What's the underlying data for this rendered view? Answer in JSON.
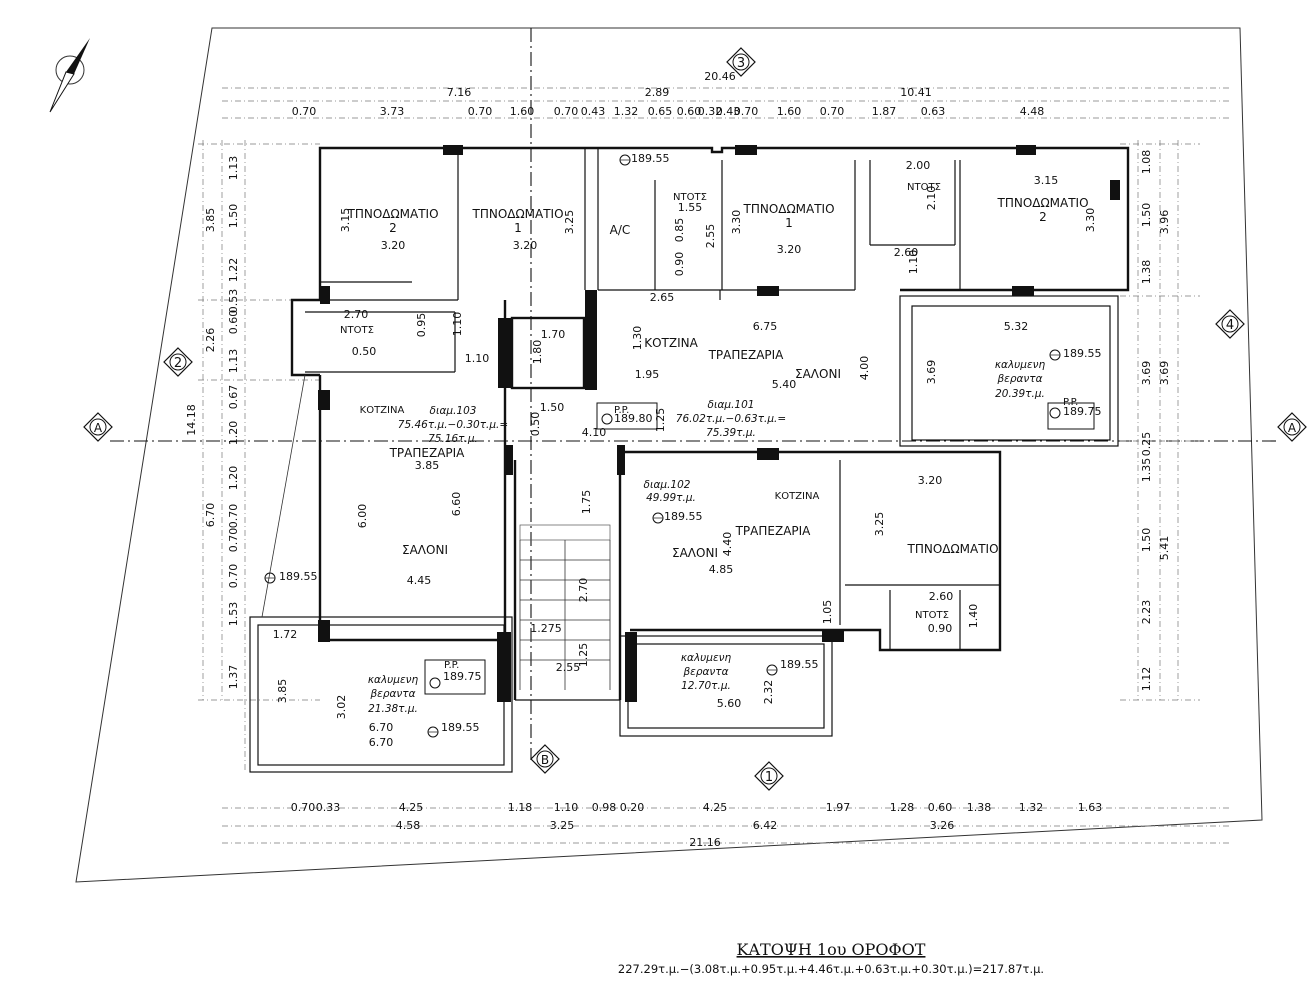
{
  "drawing": {
    "title": "ΚΑΤΟΨΗ 1ου ΟΡΟΦΟΤ",
    "area_formula": "227.29τ.μ.−(3.08τ.μ.+0.95τ.μ.+4.46τ.μ.+0.63τ.μ.+0.30τ.μ.)=217.87τ.μ."
  },
  "grid_markers": {
    "axis_3": "3",
    "axis_2": "2",
    "axis_4": "4",
    "axis_1": "1",
    "axis_a_left": "A",
    "axis_a_right": "A",
    "axis_b": "B"
  },
  "rooms": {
    "bedroom_2_west": "ΤΠΝΟΔΩΜΑΤΙΟ\n2",
    "bedroom_1_west": "ΤΠΝΟΔΩΜΑΤΙΟ\n1",
    "ac": "A/C",
    "shower_north": "ΝΤΟΤΣ",
    "bedroom_1_east": "ΤΠΝΟΔΩΜΑΤΙΟ\n1",
    "shower_ne": "ΝΤΟΤΣ",
    "bedroom_2_east": "ΤΠΝΟΔΩΜΑΤΙΟ\n2",
    "shower_west": "ΝΤΟΤΣ",
    "kitchen_north": "ΚΟΤΖΙΝΑ",
    "dining_north": "ΤΡΑΠΕΖΑΡΙΑ",
    "living_north": "ΣΑΛΟΝΙ",
    "veranda_east": "καλυμενη\nβεραντα",
    "veranda_east_area": "20.39τ.μ.",
    "kitchen_west": "ΚΟΤΖΙΝΑ",
    "dining_west": "ΤΡΑΠΕΖΑΡΙΑ",
    "living_west": "ΣΑΛΟΝΙ",
    "veranda_west": "καλυμενη\nβεραντα",
    "veranda_west_area": "21.38τ.μ.",
    "kitchen_south": "ΚΟΤΖΙΝΑ",
    "dining_south": "ΤΡΑΠΕΖΑΡΙΑ",
    "living_south": "ΣΑΛΟΝΙ",
    "bedroom_south": "ΤΠΝΟΔΩΜΑΤΙΟ",
    "shower_south": "ΝΤΟΤΣ",
    "veranda_south": "καλυμενη\nβεραντα",
    "veranda_south_area": "12.70τ.μ."
  },
  "apartments": {
    "apt_101_label": "διαμ.101",
    "apt_101_formula": "76.02τ.μ.−0.63τ.μ.=",
    "apt_101_area": "75.39τ.μ.",
    "apt_102_label": "διαμ.102",
    "apt_102_area": "49.99τ.μ.",
    "apt_103_label": "διαμ.103",
    "apt_103_formula": "75.46τ.μ.−0.30τ.μ.=",
    "apt_103_area": "75.16τ.μ."
  },
  "levels": {
    "l1": "189.55",
    "l2": "189.55",
    "l3": "189.75",
    "l4": "189.80",
    "l5": "189.55",
    "l6": "189.55",
    "l7": "189.75",
    "l8": "189.55",
    "l9": "189.55",
    "pp": "P.P."
  },
  "dims_top": {
    "overall": "20.46",
    "seg_a": "7.16",
    "seg_b": "2.89",
    "seg_c": "10.41",
    "row": [
      "0.70",
      "3.73",
      "0.70",
      "1.60",
      "0.70",
      "0.43",
      "1.32",
      "0.65",
      "0.60",
      "0.32",
      "0.43",
      "0.70",
      "1.60",
      "0.70",
      "1.87",
      "0.63",
      "4.48"
    ]
  },
  "dims_bottom": {
    "row1": [
      "0.70",
      "0.33",
      "4.25",
      "1.18",
      "1.10",
      "0.98",
      "0.20",
      "4.25",
      "1.97",
      "1.28",
      "0.60",
      "1.38",
      "1.32",
      "1.63"
    ],
    "row2": [
      "4.58",
      "3.25",
      "6.42",
      "3.26"
    ],
    "overall": "21.16"
  },
  "dims_left": {
    "overall": "14.18",
    "outer": [
      "3.85",
      "2.26",
      "6.70"
    ],
    "inner": [
      "1.13",
      "1.50",
      "1.22",
      "0.53",
      "0.60",
      "1.13",
      "0.67",
      "1.20",
      "1.20",
      "0.70",
      "0.70",
      "0.70",
      "1.53",
      "1.37"
    ]
  },
  "dims_right": {
    "outer": [
      "3.96",
      "3.69",
      "5.41"
    ],
    "inner": [
      "1.08",
      "1.50",
      "1.38",
      "3.69",
      "0.25",
      "1.35",
      "1.50",
      "2.23",
      "1.12"
    ]
  },
  "interior_dims": {
    "d1": "3.15",
    "d2": "3.20",
    "d3": "3.20",
    "d4": "3.25",
    "d5": "2.55",
    "d6": "1.55",
    "d7": "0.85",
    "d8": "0.90",
    "d9": "3.30",
    "d10": "3.20",
    "d11": "2.00",
    "d12": "2.10",
    "d13": "2.60",
    "d14": "1.10",
    "d15": "3.15",
    "d16": "3.30",
    "d17": "2.70",
    "d18": "0.95",
    "d19": "0.50",
    "d20": "1.10",
    "d21": "1.10",
    "d22": "1.70",
    "d23": "1.80",
    "d24": "2.65",
    "d25": "1.30",
    "d26": "1.95",
    "d27": "6.75",
    "d28": "5.40",
    "d29": "4.00",
    "d30": "5.32",
    "d31": "3.69",
    "d32": "3.85",
    "d33": "6.00",
    "d34": "6.60",
    "d35": "4.45",
    "d36": "1.50",
    "d37": "4.10",
    "d38": "1.25",
    "d39": "1.75",
    "d40": "2.70",
    "d41": "1.275",
    "d42": "1.25",
    "d43": "2.55",
    "d44": "4.40",
    "d45": "4.85",
    "d46": "3.20",
    "d47": "3.25",
    "d48": "1.05",
    "d49": "2.60",
    "d50": "0.90",
    "d51": "1.40",
    "d52": "1.72",
    "d53": "3.85",
    "d54": "3.02",
    "d55": "6.70",
    "d56": "6.70",
    "d57": "5.60",
    "d58": "2.32",
    "d59": "0.50"
  }
}
